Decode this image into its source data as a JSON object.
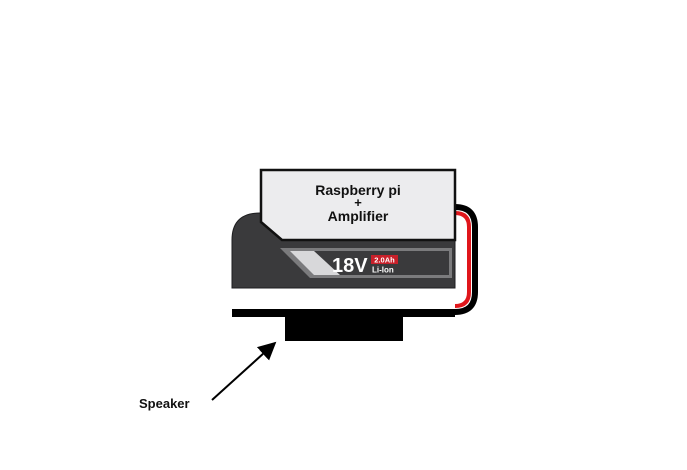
{
  "module": {
    "line1": "Raspberry pi",
    "line2": "+",
    "line3": "Amplifier"
  },
  "battery": {
    "voltage": "18V",
    "capacity": "2.0Ah",
    "chemistry": "Li-Ion"
  },
  "labels": {
    "speaker": "Speaker"
  },
  "colors": {
    "battery_body": "#3a3a3c",
    "module_fill": "#ececee",
    "wire_red": "#e0161b",
    "badge_red": "#c8202a"
  }
}
